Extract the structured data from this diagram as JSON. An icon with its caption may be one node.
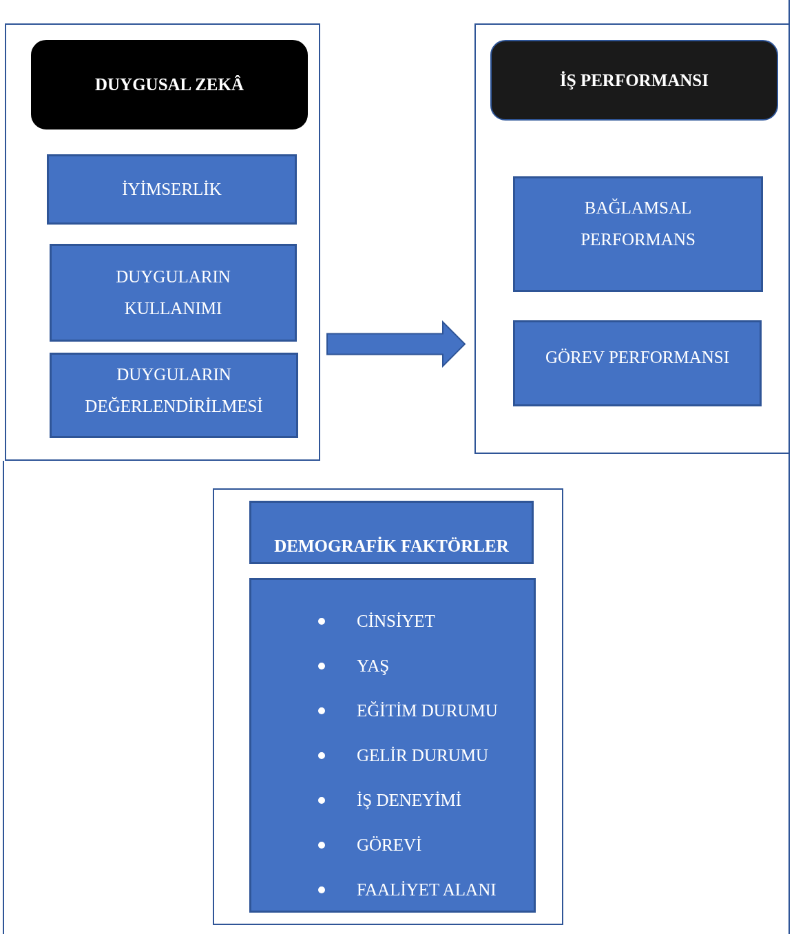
{
  "diagram": {
    "nodes": [
      {
        "text": [],
        "shape": "box"
      },
      {
        "text": [
          "DUYGUSAL ZEKÂ"
        ],
        "in": 0
      },
      {
        "text": [
          "İYİMSERLİK"
        ],
        "in": 0
      },
      {
        "text": [
          "DUYGULARIN KULLANIMI"
        ],
        "in": 0
      },
      {
        "text": [
          "DUYGULARIN DEĞERLENDİRİLMESİ"
        ],
        "in": 0
      },
      {
        "text": [],
        "shape": "box"
      },
      {
        "text": [
          "İŞ PERFORMANSI"
        ],
        "in": 5
      },
      {
        "text": [
          "BAĞLAMSAL PERFORMANS"
        ],
        "in": 5
      },
      {
        "text": [
          "GÖREV PERFORMANSI"
        ],
        "in": 5
      },
      {
        "text": [],
        "shape": "box"
      },
      {
        "text": [
          "DEMOGRAFİK FAKTÖRLER"
        ],
        "in": 9
      },
      {
        "text": [
          "CİNSİYET",
          "YAŞ",
          "EĞİTİM DURUMU",
          "GELİR DURUMU",
          "İŞ DENEYİMİ",
          "GÖREVİ",
          "FAALİYET ALANI"
        ],
        "in": 9
      }
    ],
    "edges": [
      {
        "from": 0,
        "to": 5,
        "arrow": "to",
        "style": "thick"
      }
    ]
  }
}
